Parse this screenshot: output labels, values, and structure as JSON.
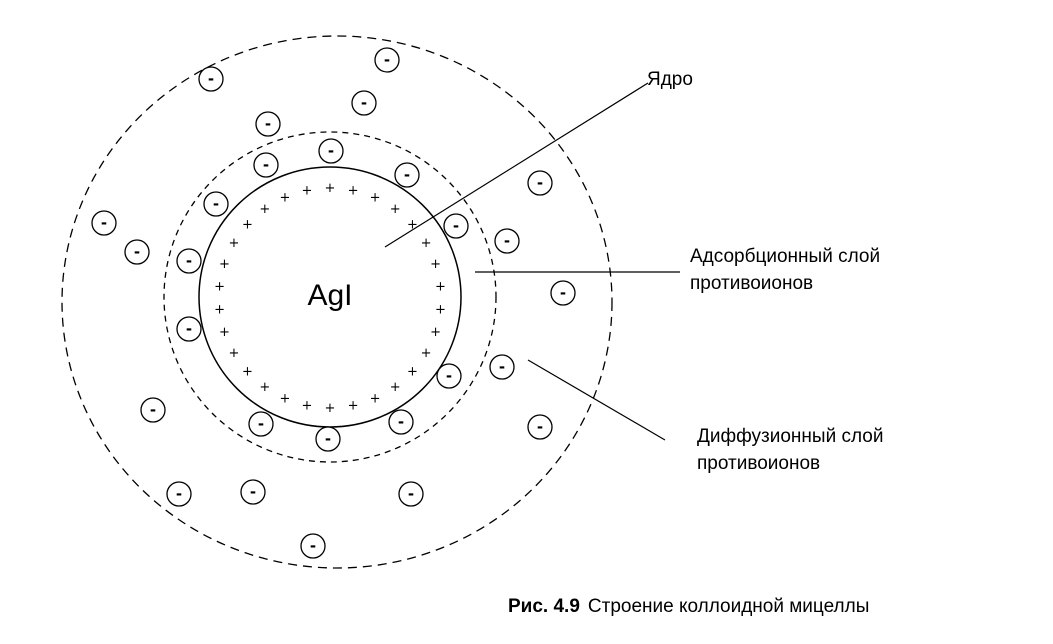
{
  "core": {
    "formula": "AgI"
  },
  "labels": {
    "nucleus": "Ядро",
    "adsorption_line1": "Адсорбционный слой",
    "adsorption_line2": "противоионов",
    "diffuse_line1": "Диффузионный слой",
    "diffuse_line2": "противоионов"
  },
  "caption": {
    "number": "Рис. 4.9",
    "title": "Строение коллоидной мицеллы"
  },
  "symbols": {
    "positive_ion": "+",
    "negative_ion": "-"
  },
  "colors": {
    "ink": "#000000",
    "background": "#ffffff"
  }
}
